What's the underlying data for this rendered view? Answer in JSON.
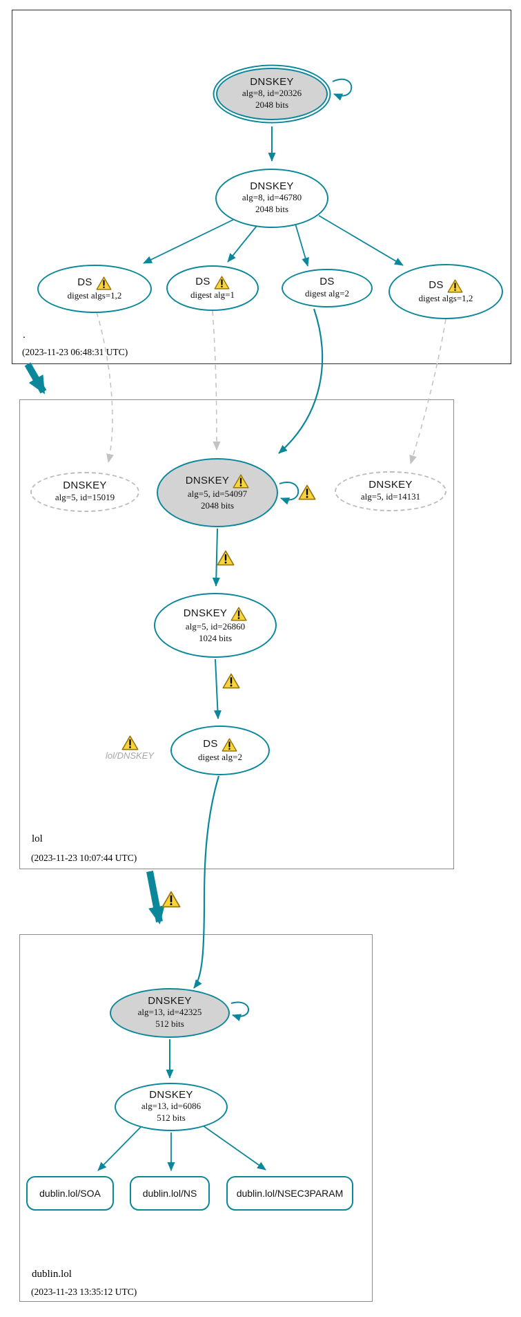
{
  "diagram": {
    "kind": "DNSSEC authentication chain graph",
    "colors": {
      "secure_teal": "#0a879a",
      "sep_key_fill": "#d3d3d3",
      "insecure_dashed_gray": "#bdbdbd",
      "edge_dashed_gray": "#c4c4c4",
      "warning_fill": "#f9d43c",
      "warning_border": "#96760a",
      "ghost_text_gray": "#a6a6a6",
      "zone_border": "#2e2e2e"
    }
  },
  "zones": {
    "root": {
      "name": ".",
      "timestamp": "(2023-11-23 06:48:31 UTC)"
    },
    "lol": {
      "name": "lol",
      "timestamp": "(2023-11-23 10:07:44 UTC)"
    },
    "dublin": {
      "name": "dublin.lol",
      "timestamp": "(2023-11-23 13:35:12 UTC)"
    }
  },
  "nodes": {
    "root_ksk": {
      "type": "DNSKEY",
      "params": "alg=8, id=20326",
      "size": "2048 bits"
    },
    "root_zsk": {
      "type": "DNSKEY",
      "params": "alg=8, id=46780",
      "size": "2048 bits"
    },
    "root_ds1": {
      "type": "DS",
      "params": "digest algs=1,2"
    },
    "root_ds2": {
      "type": "DS",
      "params": "digest alg=1"
    },
    "root_ds3": {
      "type": "DS",
      "params": "digest alg=2"
    },
    "root_ds4": {
      "type": "DS",
      "params": "digest algs=1,2"
    },
    "lol_key_15019": {
      "type": "DNSKEY",
      "params": "alg=5, id=15019"
    },
    "lol_key_54097": {
      "type": "DNSKEY",
      "params": "alg=5, id=54097",
      "size": "2048 bits"
    },
    "lol_key_14131": {
      "type": "DNSKEY",
      "params": "alg=5, id=14131"
    },
    "lol_key_26860": {
      "type": "DNSKEY",
      "params": "alg=5, id=26860",
      "size": "1024 bits"
    },
    "lol_ds": {
      "type": "DS",
      "params": "digest alg=2"
    },
    "lol_dnskey_missing": {
      "label": "lol/DNSKEY"
    },
    "dublin_ksk": {
      "type": "DNSKEY",
      "params": "alg=13, id=42325",
      "size": "512 bits"
    },
    "dublin_zsk": {
      "type": "DNSKEY",
      "params": "alg=13, id=6086",
      "size": "512 bits"
    },
    "dublin_soa": {
      "label": "dublin.lol/SOA"
    },
    "dublin_ns": {
      "label": "dublin.lol/NS"
    },
    "dublin_nsec3param": {
      "label": "dublin.lol/NSEC3PARAM"
    }
  }
}
